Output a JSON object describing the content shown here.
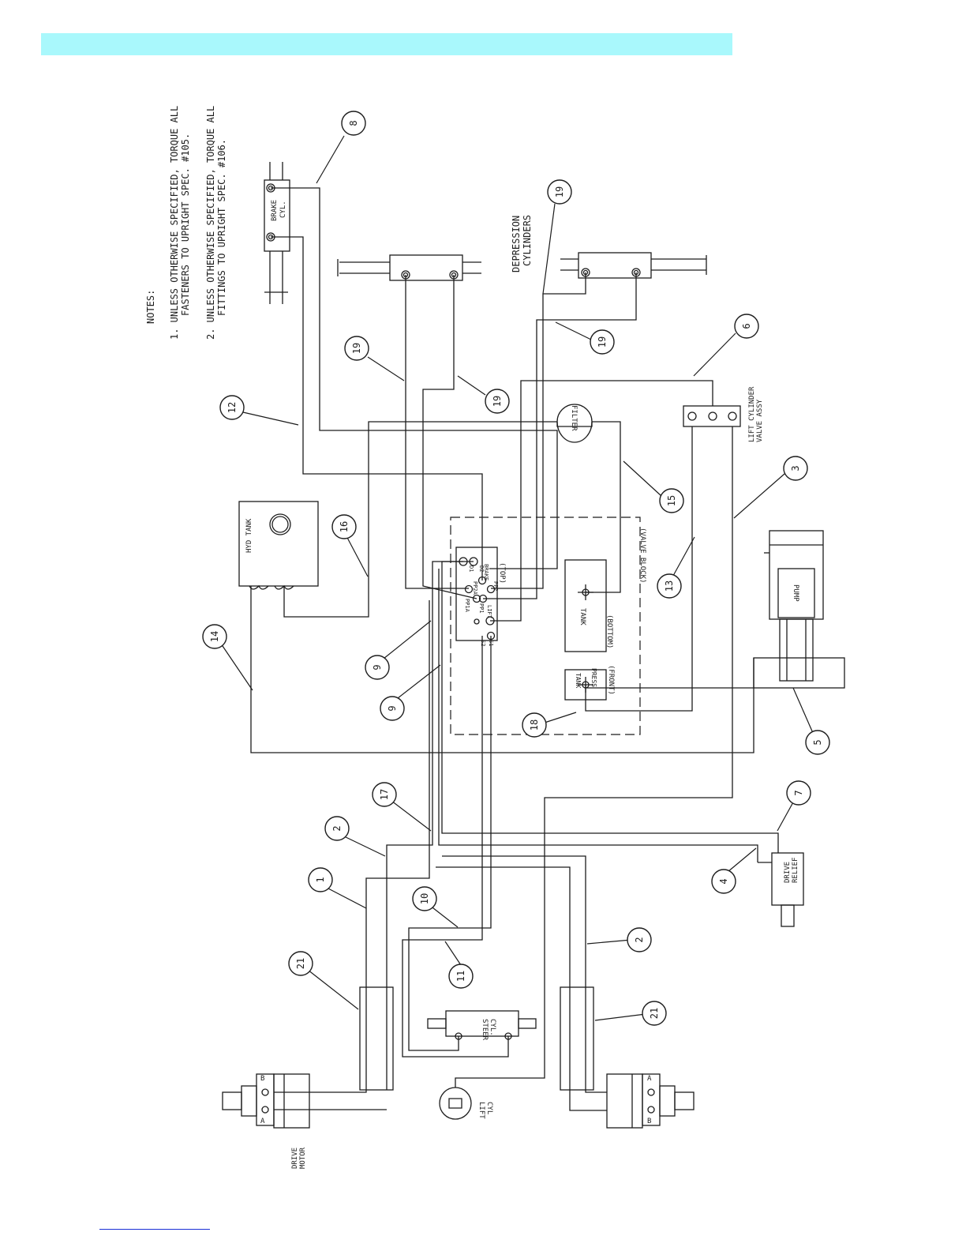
{
  "notes": {
    "heading": "NOTES:",
    "note1": "1.  UNLESS OTHERWISE SPECIFIED, TORQUE ALL",
    "note1b": "FASTENERS TO UPRIGHT SPEC. #105.",
    "note2": "2.  UNLESS OTHERWISE SPECIFIED, TORQUE ALL",
    "note2b": "FITTINGS TO UPRIGHT SPEC. #106."
  },
  "labels": {
    "brake_cyl_1": "BRAKE",
    "brake_cyl_2": "CYL.",
    "depression_1": "DEPRESSION",
    "depression_2": "CYLINDERS",
    "filter": "FILTER",
    "lift_valve_1": "LIFT CYLINDER",
    "lift_valve_2": "VALVE ASSY",
    "hyd_tank": "HYD TANK",
    "valve_block": "(VALVE BLOCK)",
    "top": "(TOP)",
    "bottom": "(BOTTOM)",
    "front": "(FRONT)",
    "tank": "TANK",
    "tank2": "TANK",
    "press": "PRESS",
    "pump": "PUMP",
    "drive_relief_1": "DRIVE",
    "drive_relief_2": "RELIEF",
    "steer_1": "STEER",
    "steer_2": "CYL.",
    "lift_cyl_1": "LIFT",
    "lift_cyl_2": "CYL",
    "drive_motor_1": "DRIVE",
    "drive_motor_2": "MOTOR",
    "port_d1": "D1",
    "port_d2": "D2",
    "port_brake": "BRAKE",
    "port_pp2a": "PP2A",
    "port_pp2": "PP2",
    "port_pp1a": "PP1A",
    "port_pp1": "PP1",
    "port_lift": "LIFT",
    "port_s2": "S2",
    "port_s1": "S1",
    "motor_a_left": "A",
    "motor_b_left": "B",
    "motor_a_right": "A",
    "motor_b_right": "B"
  },
  "callouts": {
    "c8": "8",
    "c19a": "19",
    "c19b": "19",
    "c19c": "19",
    "c19d": "19",
    "c12": "12",
    "c6": "6",
    "c15": "15",
    "c16": "16",
    "c3": "3",
    "c13": "13",
    "c14": "14",
    "c9a": "9",
    "c9b": "9",
    "c18": "18",
    "c5": "5",
    "c17": "17",
    "c7": "7",
    "c2a": "2",
    "c2b": "2",
    "c1": "1",
    "c4": "4",
    "c10": "10",
    "c11": "11",
    "c21a": "21",
    "c21b": "21"
  }
}
